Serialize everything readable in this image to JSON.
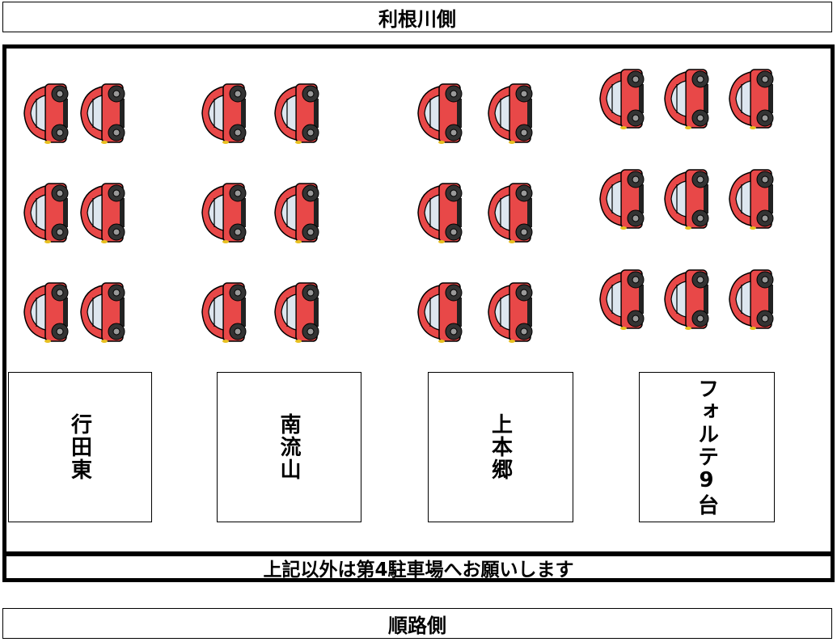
{
  "header": {
    "title": "利根川側"
  },
  "footer": {
    "title": "順路側"
  },
  "notice": {
    "text": "上記以外は第4駐車場へお願いします"
  },
  "zones": [
    {
      "label": "行田東"
    },
    {
      "label": "南流山"
    },
    {
      "label": "上本郷"
    },
    {
      "label": "フォルテ9台"
    }
  ],
  "car_groups": [
    {
      "zone": "行田東",
      "rows": 3,
      "cols": 2
    },
    {
      "zone": "南流山",
      "rows": 3,
      "cols": 2
    },
    {
      "zone": "上本郷",
      "rows": 3,
      "cols": 2
    },
    {
      "zone": "フォルテ9台",
      "rows": 3,
      "cols": 3
    }
  ],
  "icons": {
    "car": "red-car-icon"
  },
  "colors": {
    "car_body": "#e84848",
    "tire": "#333333",
    "window": "#dde6ef"
  }
}
